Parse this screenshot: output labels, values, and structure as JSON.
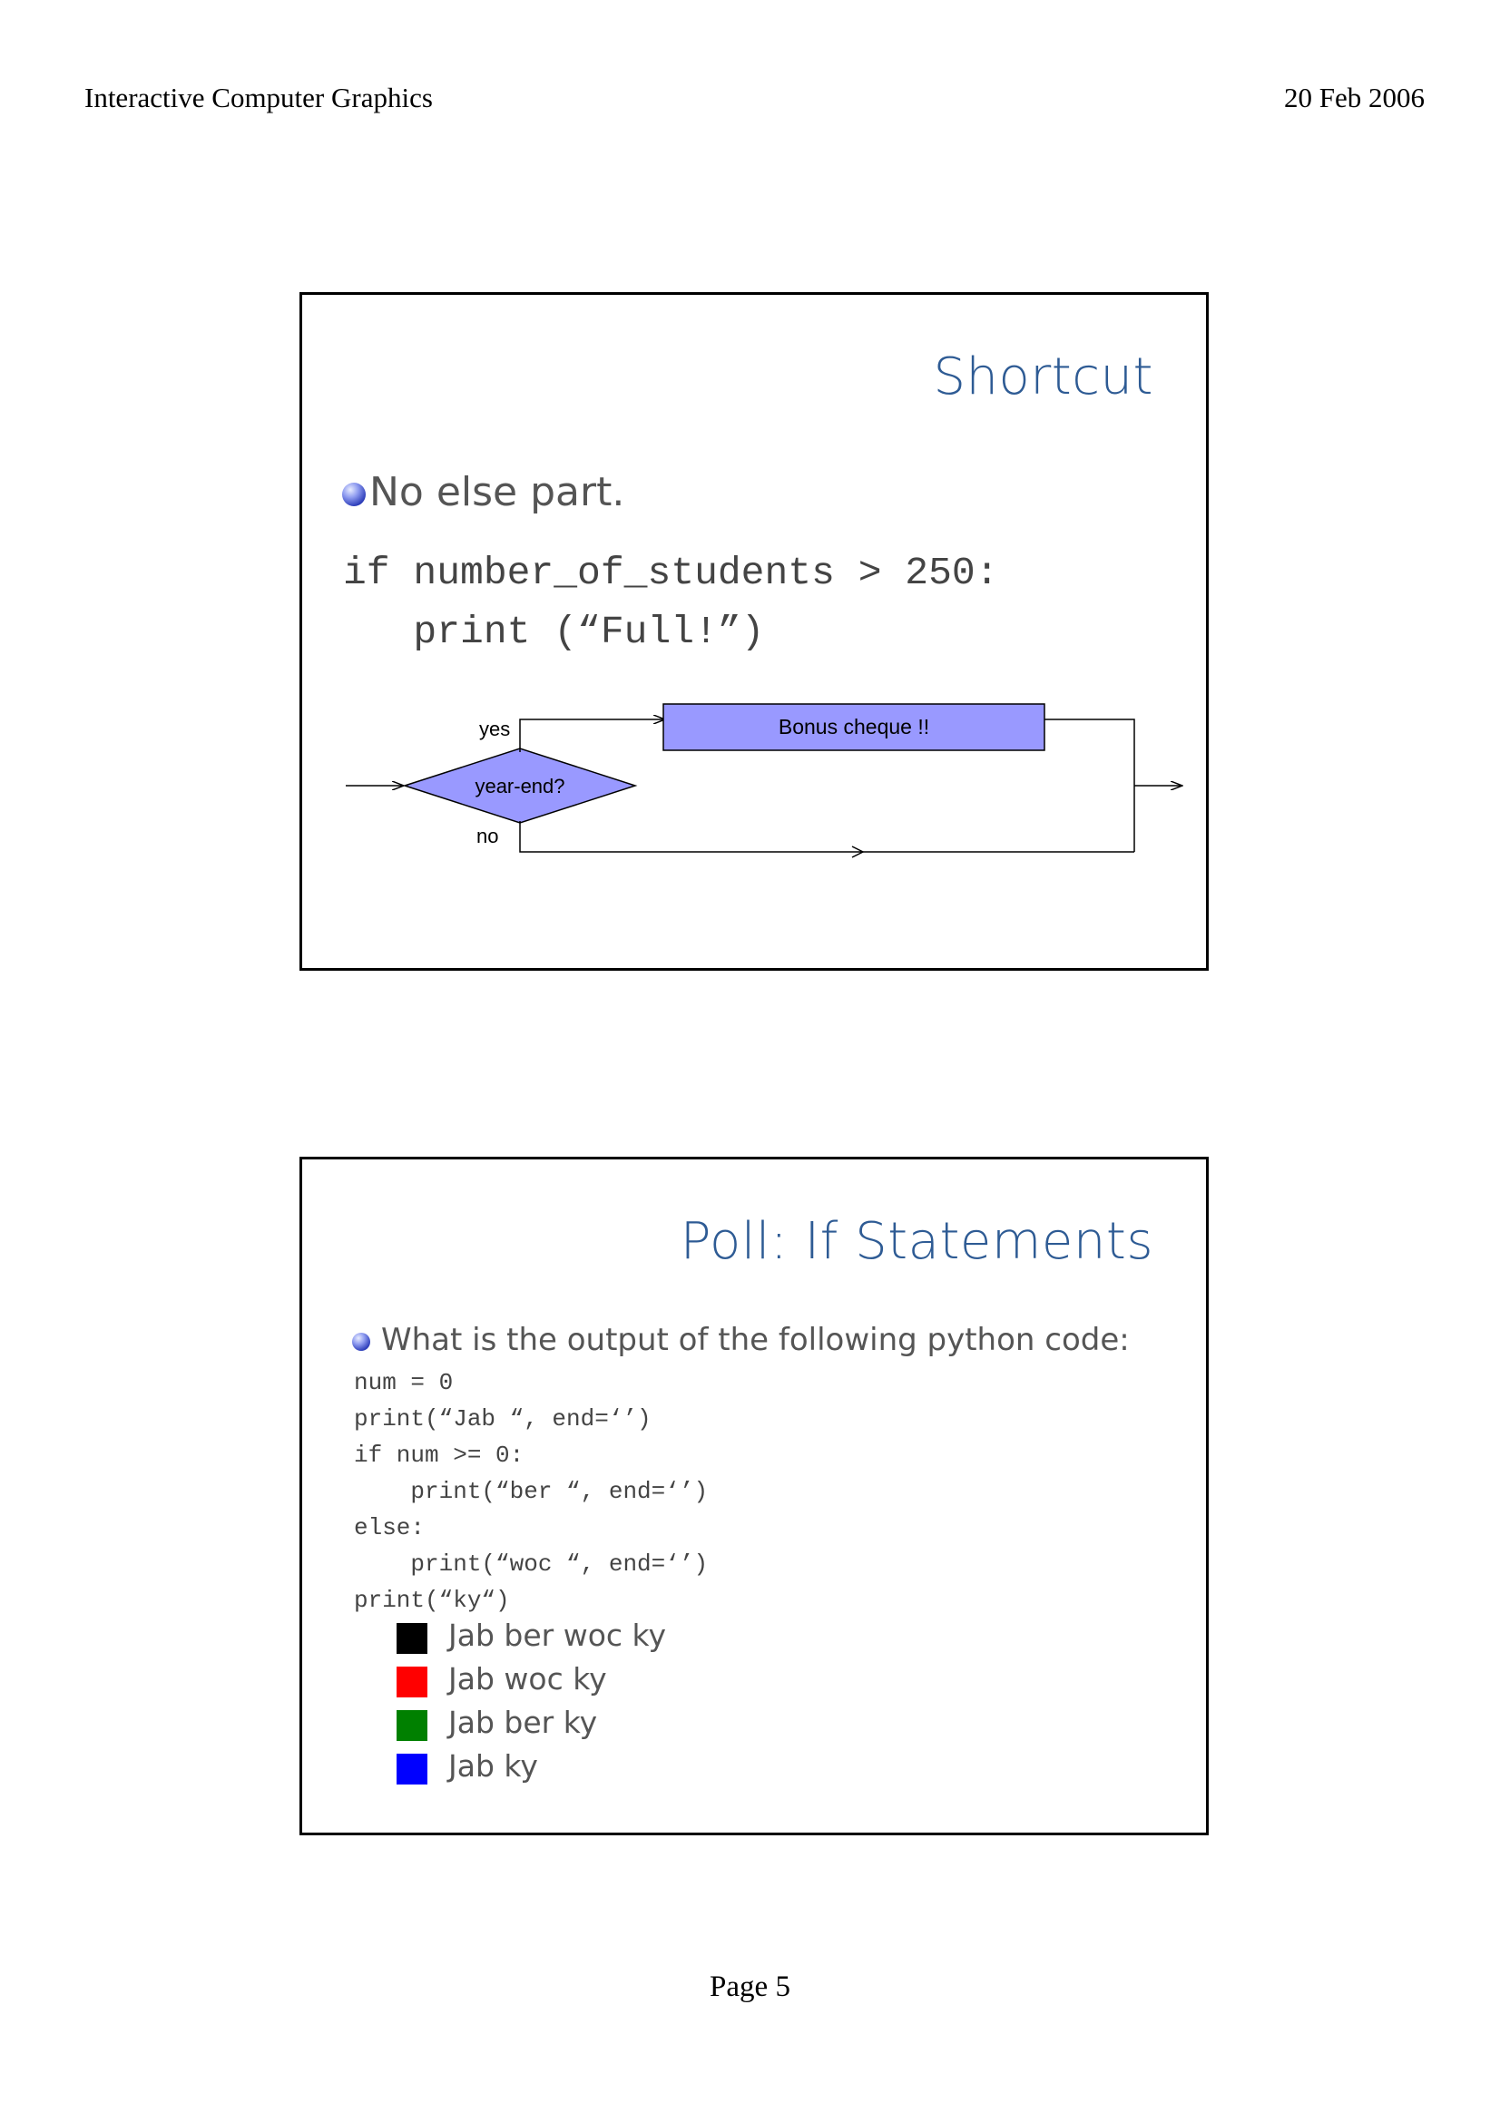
{
  "header": {
    "left": "Interactive Computer Graphics",
    "right": "20 Feb 2006"
  },
  "slide1": {
    "title": "Shortcut",
    "bullet": "No else part.",
    "code_line1": "if number_of_students > 250:",
    "code_line2": "   print (“Full!”)",
    "flowchart": {
      "yes_label": "yes",
      "no_label": "no",
      "decision_label": "year-end?",
      "action_label": "Bonus cheque !!",
      "fill_color": "#9999ff"
    }
  },
  "slide2": {
    "title": "Poll: If Statements",
    "bullet": "What is the output of the following python code:",
    "code": [
      "num = 0",
      "print(“Jab “, end=‘’)",
      "if num >= 0:",
      "    print(“ber “, end=‘’)",
      "else:",
      "    print(“woc “, end=‘’)",
      "print(“ky“)"
    ],
    "options": [
      {
        "label": "Jab ber woc ky",
        "color": "#000000"
      },
      {
        "label": "Jab woc ky",
        "color": "#ff0000"
      },
      {
        "label": "Jab ber ky",
        "color": "#008000"
      },
      {
        "label": "Jab ky",
        "color": "#0000ff"
      }
    ]
  },
  "footer": {
    "page": "Page 5"
  }
}
